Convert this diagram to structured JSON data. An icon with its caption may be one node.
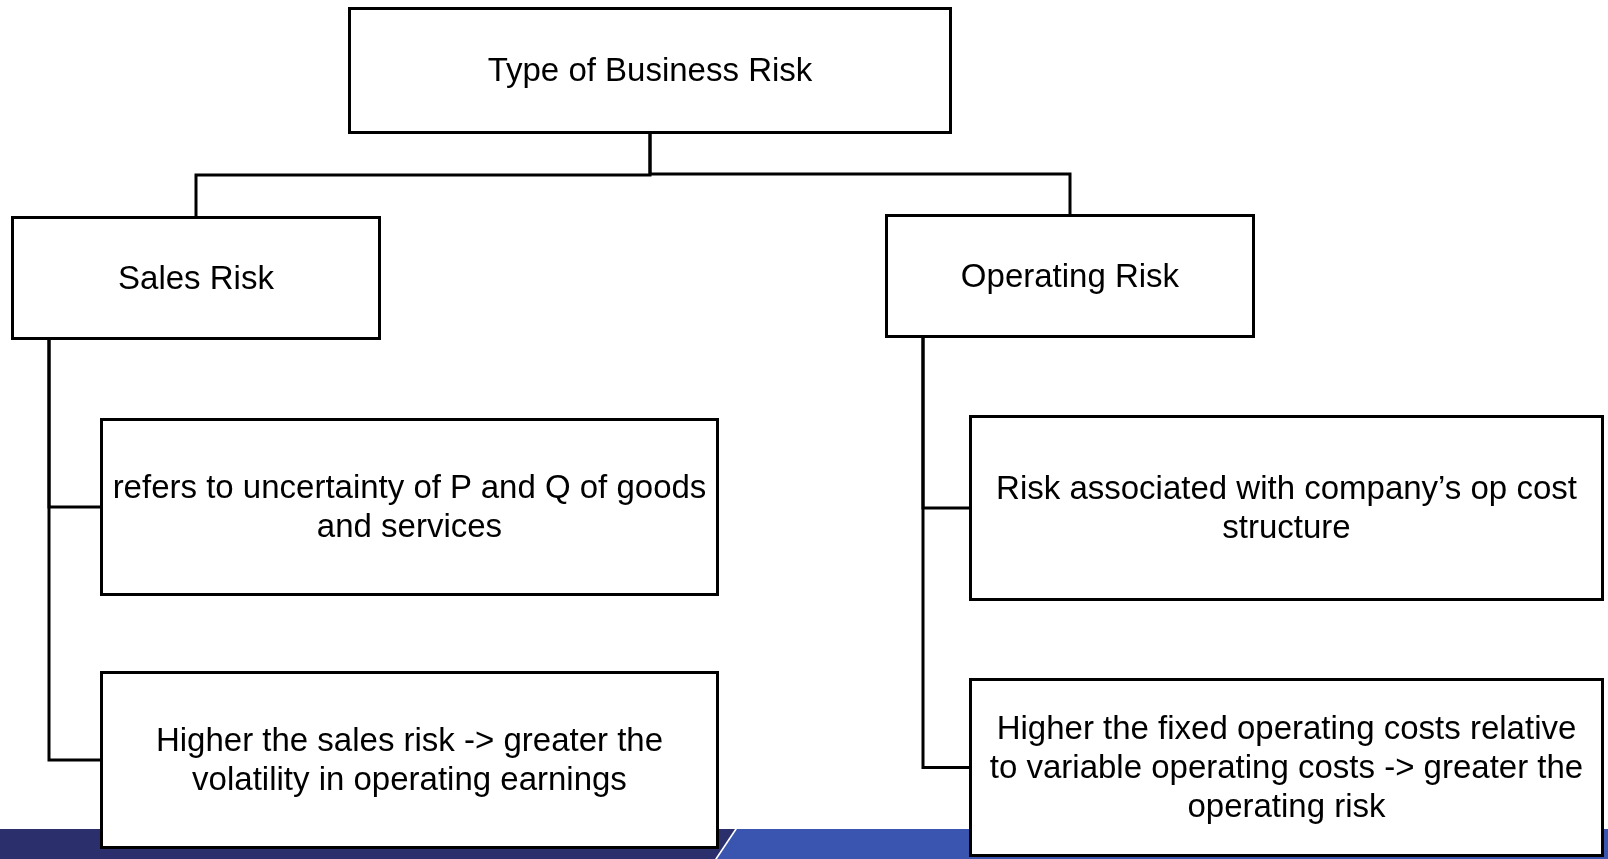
{
  "diagram": {
    "nodes": [
      {
        "text": [
          "Type of Business Risk"
        ]
      },
      {
        "text": [
          "Sales Risk"
        ]
      },
      {
        "text": [
          "Operating Risk"
        ]
      },
      {
        "text": [
          "refers to uncertainty of P and Q of goods and services"
        ]
      },
      {
        "text": [
          "Higher the sales risk -> greater the volatility in operating earnings"
        ]
      },
      {
        "text": [
          "Risk associated with company’s op cost structure"
        ]
      },
      {
        "text": [
          "Higher the fixed operating costs relative to variable operating costs -> greater the operating risk"
        ]
      }
    ],
    "edges": [
      {
        "from": 0,
        "to": 1,
        "arrow": "none"
      },
      {
        "from": 0,
        "to": 2,
        "arrow": "none"
      },
      {
        "from": 1,
        "to": 3,
        "arrow": "none"
      },
      {
        "from": 1,
        "to": 4,
        "arrow": "none"
      },
      {
        "from": 2,
        "to": 5,
        "arrow": "none"
      },
      {
        "from": 2,
        "to": 6,
        "arrow": "none"
      }
    ]
  }
}
